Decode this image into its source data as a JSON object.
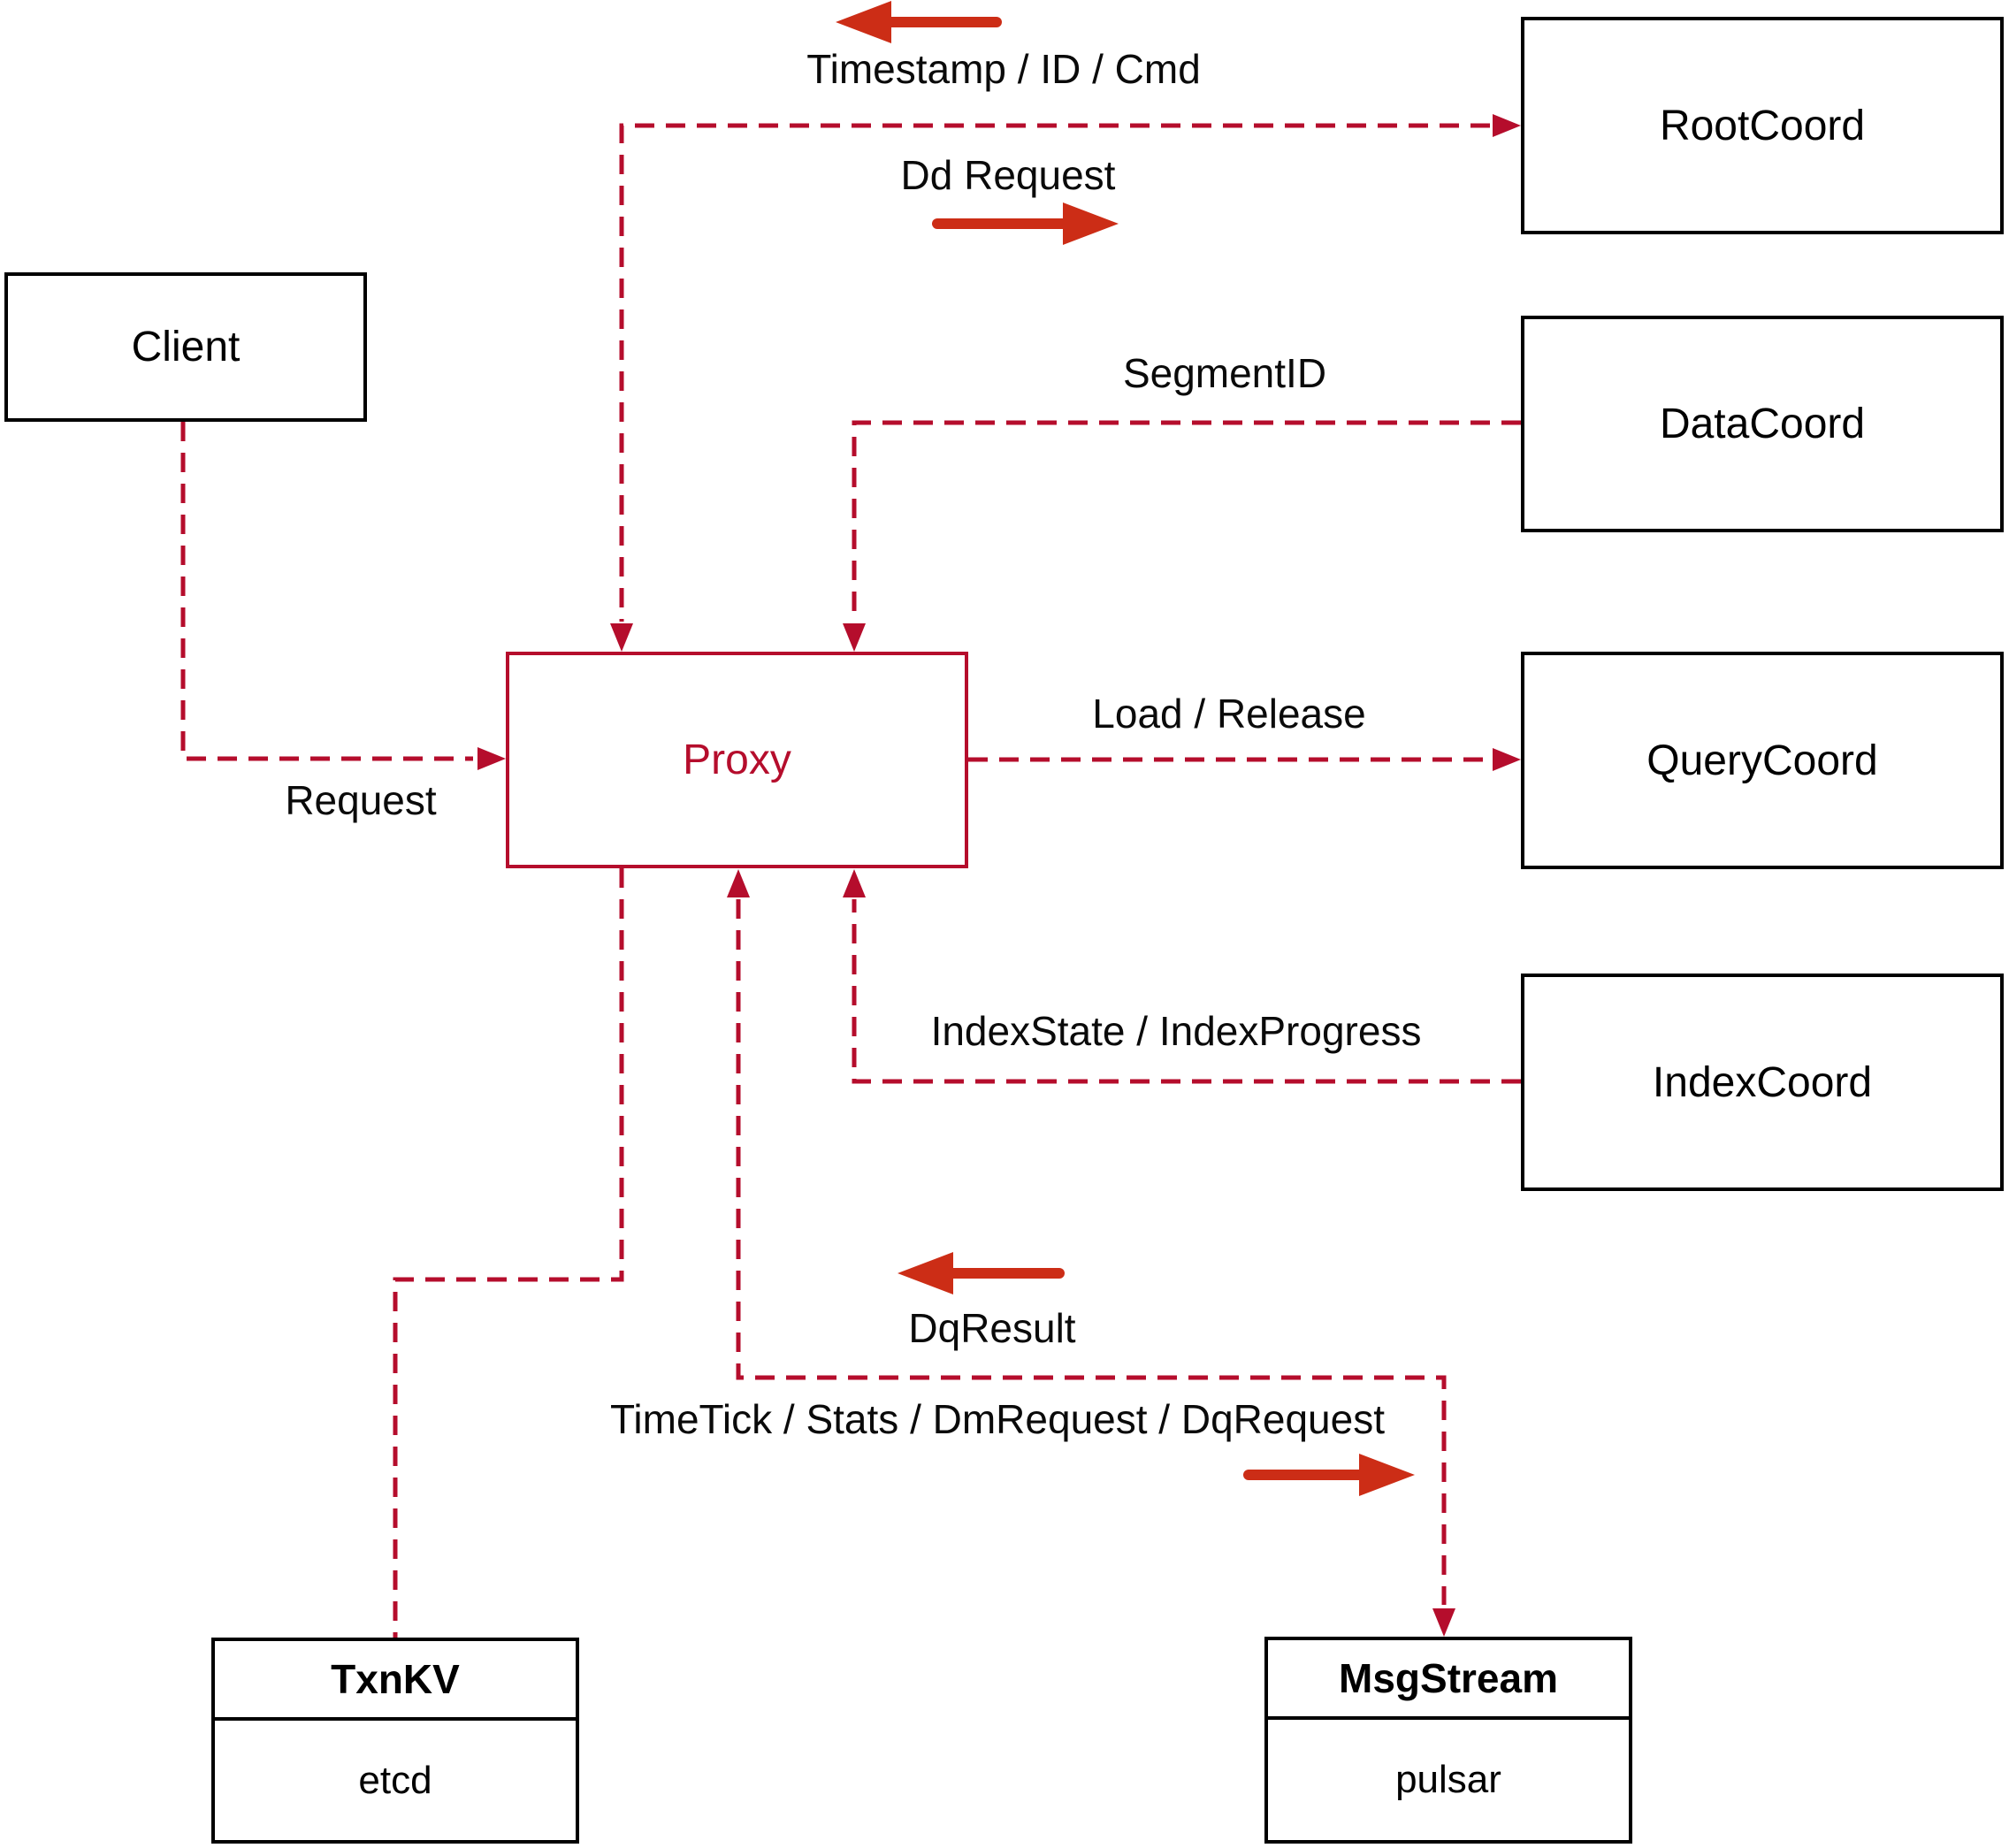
{
  "diagram": {
    "colors": {
      "dashed_line_red": "#b50d2c",
      "solid_arrow_red": "#cc2d16",
      "box_border_black": "#000000",
      "background": "#ffffff"
    },
    "nodes": {
      "client": {
        "label": "Client"
      },
      "proxy": {
        "label": "Proxy"
      },
      "root_coord": {
        "label": "RootCoord"
      },
      "data_coord": {
        "label": "DataCoord"
      },
      "query_coord": {
        "label": "QueryCoord"
      },
      "index_coord": {
        "label": "IndexCoord"
      },
      "txn_kv": {
        "title": "TxnKV",
        "subtitle": "etcd"
      },
      "msg_stream": {
        "title": "MsgStream",
        "subtitle": "pulsar"
      }
    },
    "edges": {
      "client_proxy": {
        "label": "Request"
      },
      "proxy_rootcoord": {
        "label_top": "Timestamp / ID / Cmd",
        "label_bottom": "Dd Request"
      },
      "datacoord_proxy": {
        "label": "SegmentID"
      },
      "proxy_querycoord": {
        "label": "Load / Release"
      },
      "indexcoord_proxy": {
        "label": "IndexState / IndexProgress"
      },
      "proxy_msgstream": {
        "label_top": "DqResult",
        "label_bottom": "TimeTick / Stats / DmRequest / DqRequest"
      }
    }
  }
}
